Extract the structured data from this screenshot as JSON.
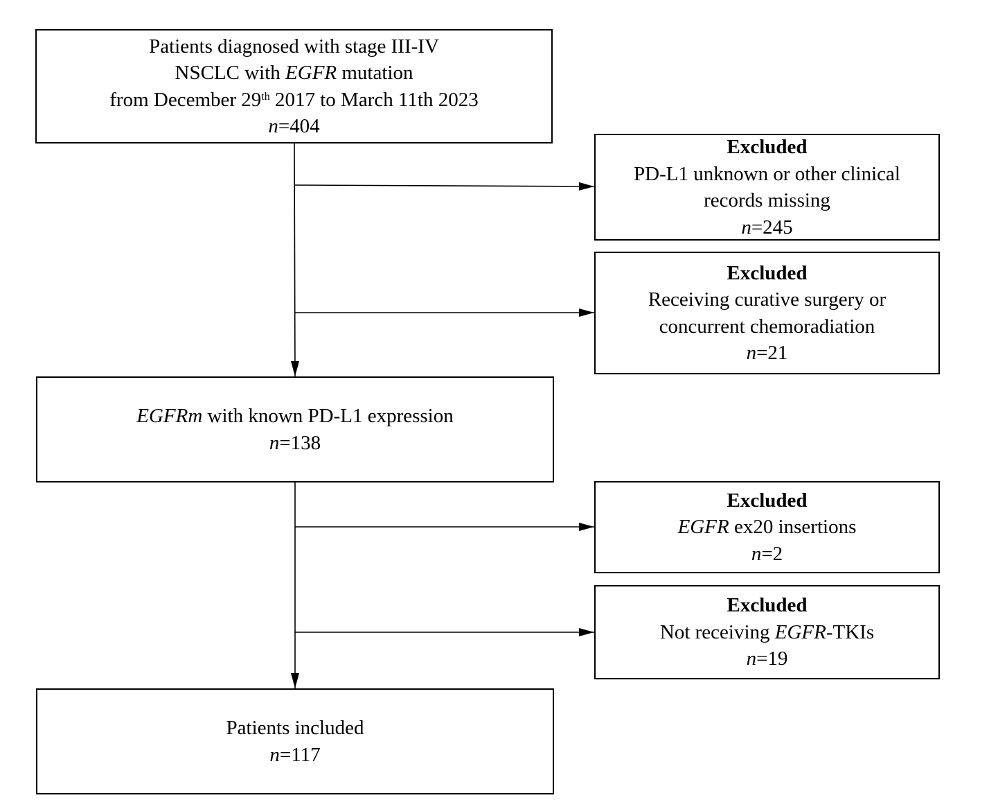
{
  "boxes": {
    "start": {
      "line1": "Patients diagnosed with stage III-IV",
      "line2_pre": "NSCLC with ",
      "line2_italic": "EGFR",
      "line2_post": " mutation",
      "line3_pre": "from December 29",
      "line3_sup": "th",
      "line3_post": " 2017 to March 11th 2023",
      "n_var": "n",
      "n_value": "=404"
    },
    "excluded_pdl1": {
      "heading": "Excluded",
      "line1": "PD-L1 unknown or other clinical",
      "line2": "records missing",
      "n_var": "n",
      "n_value": "=245"
    },
    "excluded_surgery": {
      "heading": "Excluded",
      "line1": "Receiving curative surgery or",
      "line2": "concurrent chemoradiation",
      "n_var": "n",
      "n_value": "=21"
    },
    "known_pdl1": {
      "line1_italic": "EGFRm",
      "line1_post": " with known PD-L1 expression",
      "n_var": "n",
      "n_value": "=138"
    },
    "excluded_ex20": {
      "heading": "Excluded",
      "line1_italic": "EGFR",
      "line1_post": " ex20 insertions",
      "n_var": "n",
      "n_value": "=2"
    },
    "excluded_tki": {
      "heading": "Excluded",
      "line1_pre": "Not receiving ",
      "line1_italic": "EGFR",
      "line1_post": "-TKIs",
      "n_var": "n",
      "n_value": "=19"
    },
    "included": {
      "line1": "Patients included",
      "n_var": "n",
      "n_value": "=117"
    }
  }
}
